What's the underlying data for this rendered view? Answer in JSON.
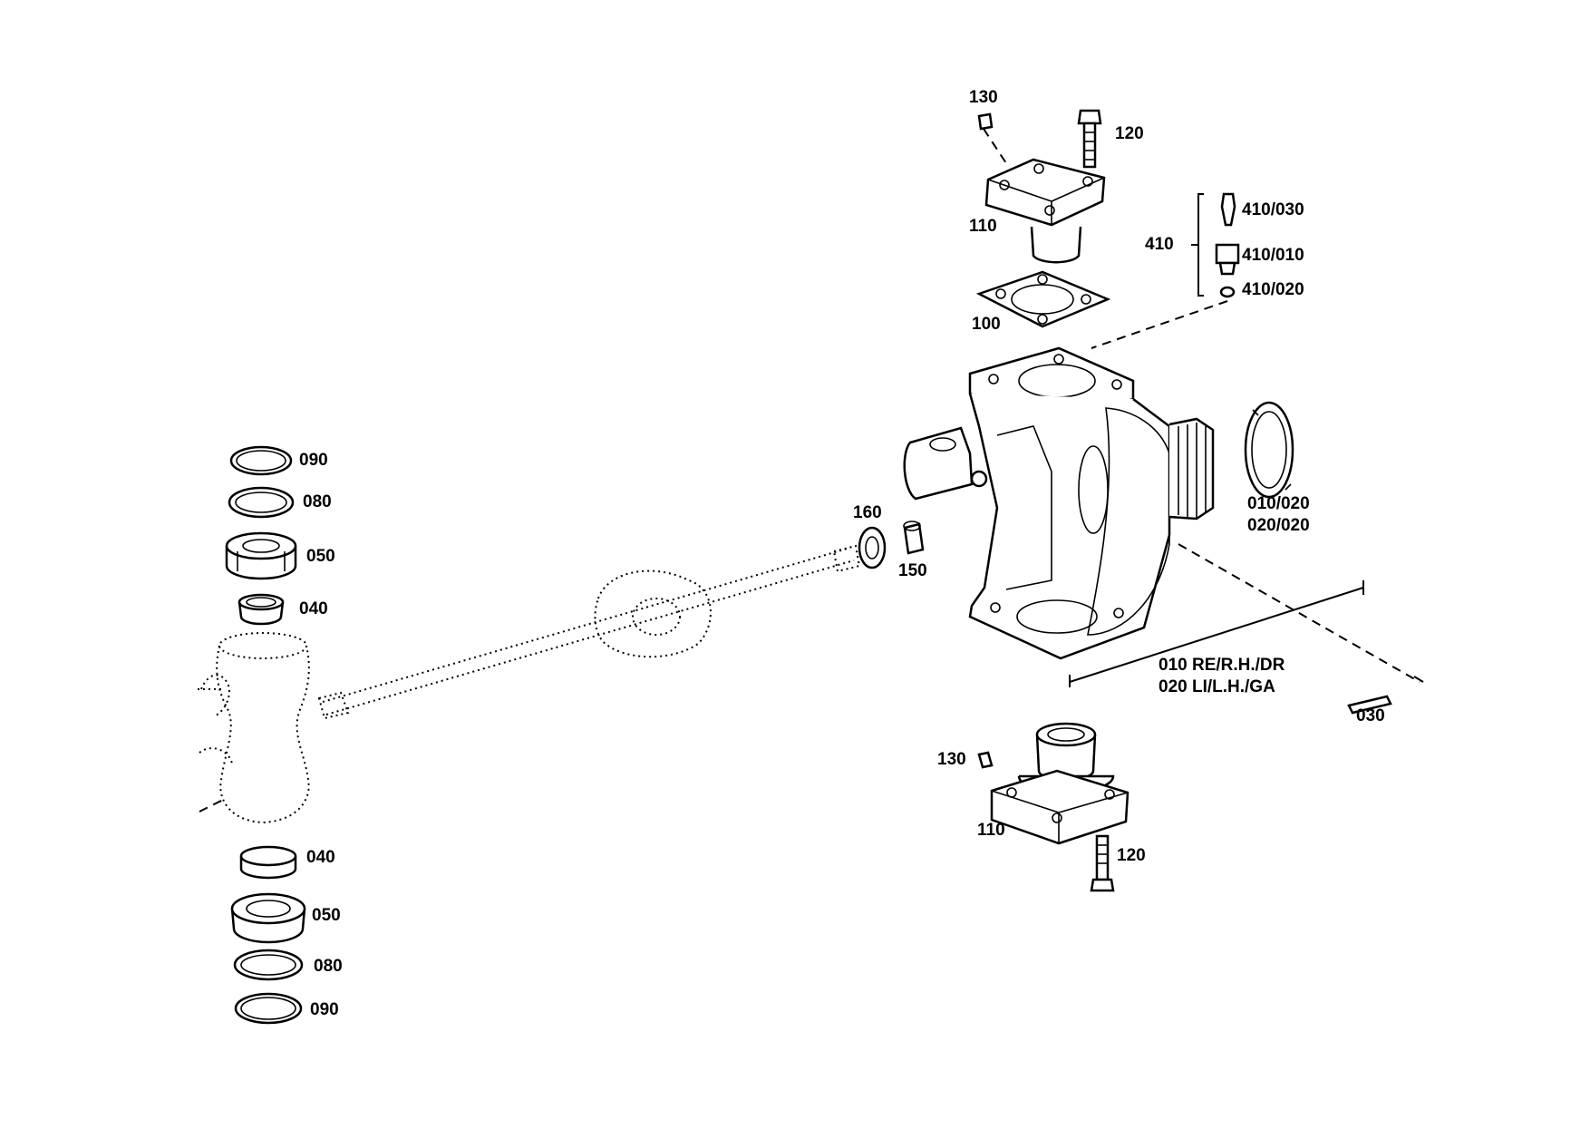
{
  "diagram": {
    "labels": {
      "top_130": "130",
      "top_120": "120",
      "top_110": "110",
      "top_100": "100",
      "kit_410": "410",
      "part_410_030": "410/030",
      "part_410_010": "410/010",
      "part_410_020": "410/020",
      "nut_010_020": "010/020",
      "nut_020_020": "020/020",
      "seal_160": "160",
      "bush_150": "150",
      "housing_010": "010 RE/R.H./DR",
      "housing_020": "020 LI/L.H./GA",
      "part_030": "030",
      "bottom_130": "130",
      "bottom_110": "110",
      "bottom_120": "120",
      "left_090_top": "090",
      "left_080_top": "080",
      "left_050_top": "050",
      "left_040_top": "040",
      "left_040_bottom": "040",
      "left_050_bottom": "050",
      "left_080_bottom": "080",
      "left_090_bottom": "090"
    }
  }
}
